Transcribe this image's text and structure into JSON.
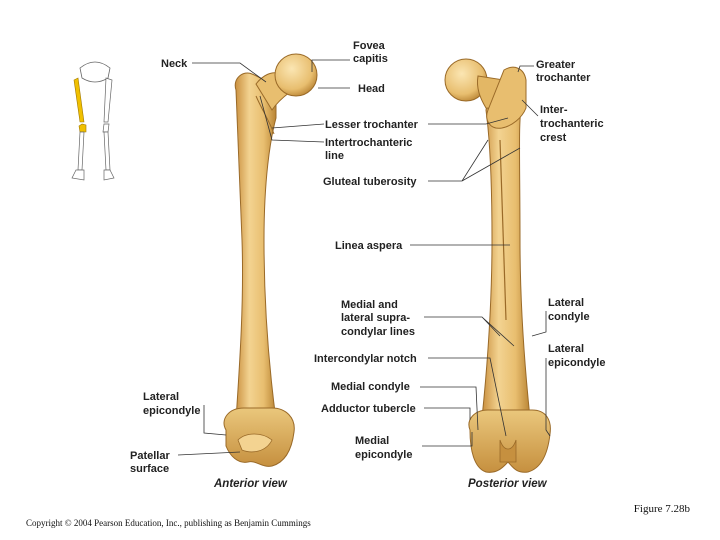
{
  "colors": {
    "bone_light": "#f3d391",
    "bone_mid": "#e3b765",
    "bone_dark": "#b98434",
    "highlight": "#f0c000"
  },
  "labels": {
    "neck": "Neck",
    "fovea_line1": "Fovea",
    "fovea_line2": "capitis",
    "head": "Head",
    "lesser_trochanter": "Lesser trochanter",
    "intertrochanteric_line1": "Intertrochanteric",
    "intertrochanteric_line2": "line",
    "gluteal_tuberosity": "Gluteal tuberosity",
    "linea_aspera": "Linea aspera",
    "supracondylar_line1": "Medial and",
    "supracondylar_line2": "lateral supra-",
    "supracondylar_line3": "condylar lines",
    "intercondylar_notch": "Intercondylar notch",
    "medial_condyle": "Medial condyle",
    "adductor_tubercle": "Adductor tubercle",
    "medial_epicondyle_line1": "Medial",
    "medial_epicondyle_line2": "epicondyle",
    "lateral_epicondyle_left_line1": "Lateral",
    "lateral_epicondyle_left_line2": "epicondyle",
    "patellar_surface_line1": "Patellar",
    "patellar_surface_line2": "surface",
    "greater_trochanter_line1": "Greater",
    "greater_trochanter_line2": "trochanter",
    "intertrochanteric_crest_line1": "Inter-",
    "intertrochanteric_crest_line2": "trochanteric",
    "intertrochanteric_crest_line3": "crest",
    "lateral_condyle_line1": "Lateral",
    "lateral_condyle_line2": "condyle",
    "lateral_epicondyle_right_line1": "Lateral",
    "lateral_epicondyle_right_line2": "epicondyle"
  },
  "views": {
    "anterior": "Anterior view",
    "posterior": "Posterior view"
  },
  "figure_caption": "Figure 7.28b",
  "copyright": "Copyright © 2004 Pearson Education, Inc., publishing as Benjamin Cummings"
}
